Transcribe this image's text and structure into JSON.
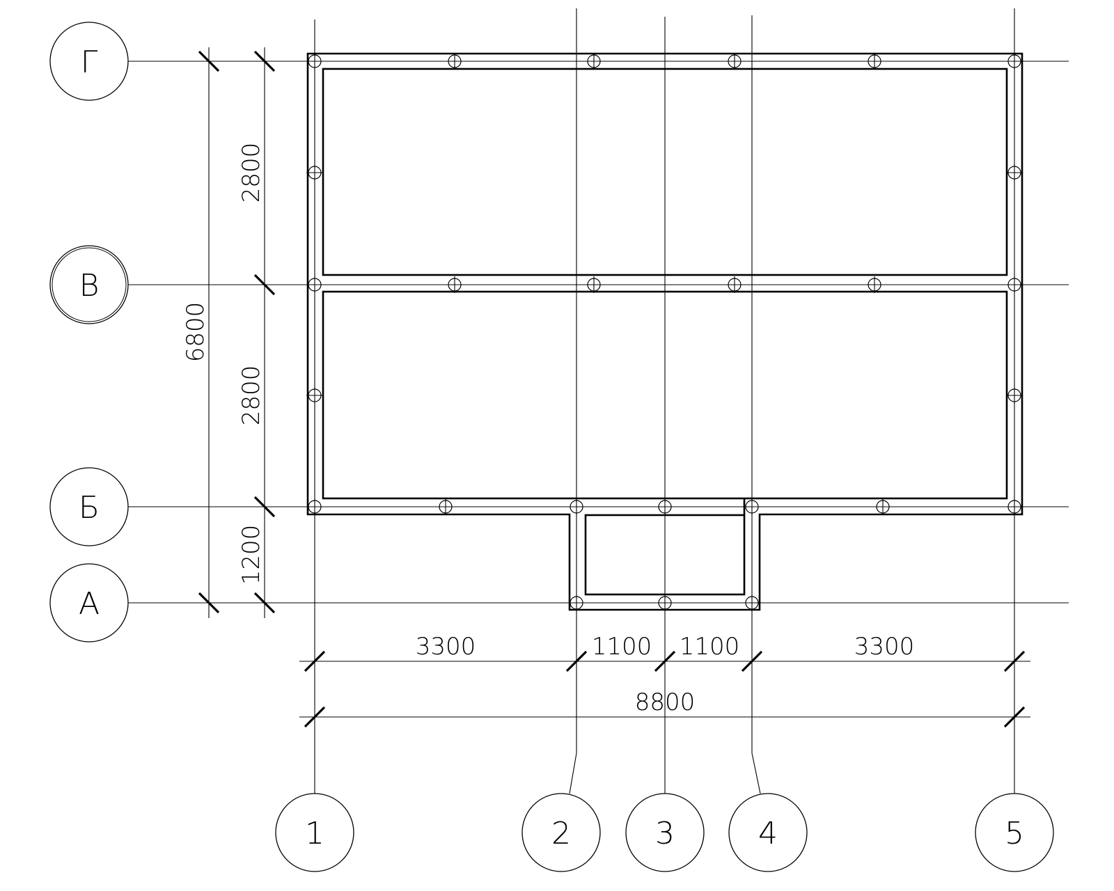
{
  "axes": {
    "rows": [
      "Г",
      "В",
      "Б",
      "А"
    ],
    "columns": [
      "1",
      "2",
      "3",
      "4",
      "5"
    ]
  },
  "dimensions": {
    "vertical_total": "6800",
    "vertical_segments": [
      "2800",
      "2800",
      "1200"
    ],
    "horizontal_segments": [
      "3300",
      "1100",
      "1100",
      "3300"
    ],
    "horizontal_total": "8800"
  },
  "colors": {
    "line": "#000000",
    "background": "#ffffff"
  }
}
